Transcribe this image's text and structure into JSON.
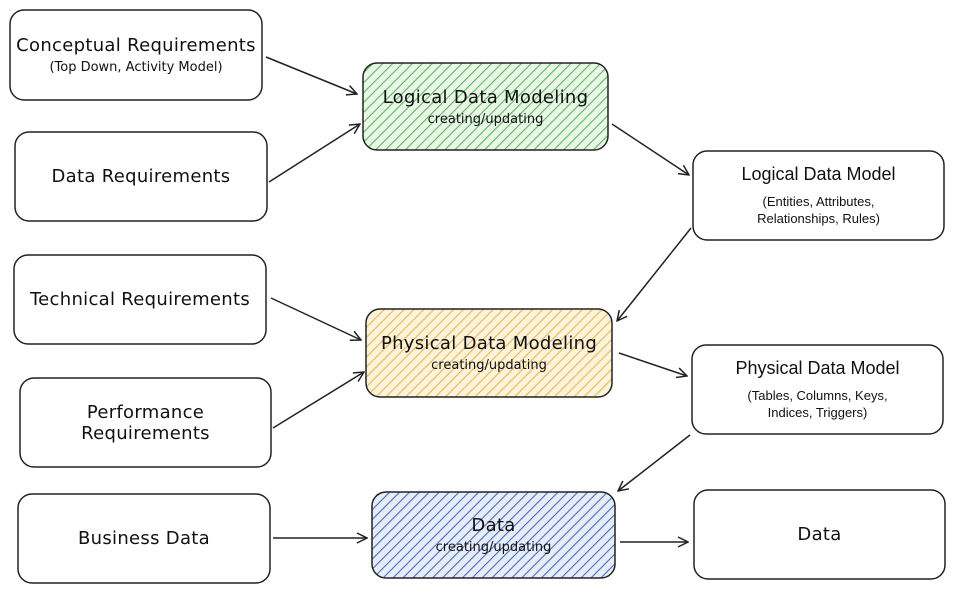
{
  "inputs": {
    "conceptual": {
      "title": "Conceptual Requirements",
      "subtitle": "(Top Down, Activity Model)"
    },
    "data_req": {
      "title": "Data Requirements"
    },
    "technical": {
      "title": "Technical Requirements"
    },
    "performance": {
      "line1": "Performance",
      "line2": "Requirements"
    },
    "business": {
      "title": "Business Data"
    }
  },
  "processes": {
    "logical": {
      "title": "Logical Data Modeling",
      "subtitle": "creating/updating",
      "color": "#5cb85c"
    },
    "physical": {
      "title": "Physical Data Modeling",
      "subtitle": "creating/updating",
      "color": "#e8b84a"
    },
    "data": {
      "title": "Data",
      "subtitle": "creating/updating",
      "color": "#4a6fc2"
    }
  },
  "outputs": {
    "logical_model": {
      "title": "Logical Data Model",
      "line1": "(Entities, Attributes,",
      "line2": "Relationships, Rules)"
    },
    "physical_model": {
      "title": "Physical Data Model",
      "line1": "(Tables, Columns, Keys,",
      "line2": "Indices, Triggers)"
    },
    "data": {
      "title": "Data"
    }
  }
}
